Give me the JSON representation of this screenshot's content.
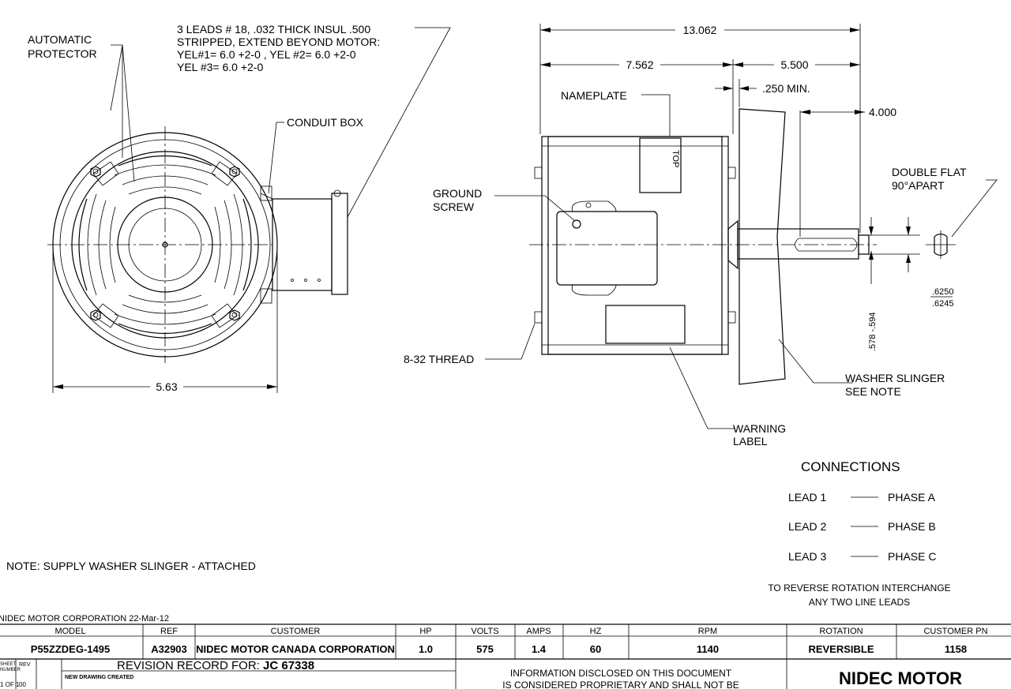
{
  "labels": {
    "automatic_protector": [
      "AUTOMATIC",
      "PROTECTOR"
    ],
    "leads_note": [
      "3 LEADS # 18, .032 THICK INSUL .500",
      "STRIPPED, EXTEND BEYOND MOTOR:",
      "YEL#1= 6.0 +2-0  , YEL #2= 6.0  +2-0",
      " YEL #3= 6.0 +2-0"
    ],
    "conduit_box": "CONDUIT BOX",
    "ground_screw": [
      "GROUND",
      "SCREW"
    ],
    "thread": "8-32 THREAD",
    "nameplate": "NAMEPLATE",
    "top": "TOP",
    "double_flat": [
      "DOUBLE FLAT",
      "90°APART"
    ],
    "washer_slinger": [
      "WASHER SLINGER",
      "SEE NOTE"
    ],
    "warning_label": [
      "WARNING",
      "LABEL"
    ],
    "note": "NOTE: SUPPLY WASHER SLINGER - ATTACHED"
  },
  "dimensions": {
    "overall": "13.062",
    "body": "7.562",
    "shaft": "5.500",
    "min": ".250  MIN.",
    "flat": "4.000",
    "diameter": "5.63",
    "shaft_dia_top": ".6250",
    "shaft_dia_bottom": ".6245",
    "flat_depth": ".578 -.594"
  },
  "connections": {
    "title": "CONNECTIONS",
    "rows": [
      {
        "lead": "LEAD 1",
        "phase": "PHASE A"
      },
      {
        "lead": "LEAD 2",
        "phase": "PHASE B"
      },
      {
        "lead": "LEAD 3",
        "phase": "PHASE C"
      }
    ],
    "reverse_note": [
      "TO REVERSE ROTATION INTERCHANGE",
      "ANY TWO LINE LEADS"
    ]
  },
  "title_block": {
    "corp_line": "NIDEC MOTOR CORPORATION 22-Mar-12",
    "headers": [
      "MODEL",
      "REF",
      "CUSTOMER",
      "HP",
      "VOLTS",
      "AMPS",
      "HZ",
      "RPM",
      "ROTATION",
      "CUSTOMER PN"
    ],
    "values": [
      "P55ZZDEG-1495",
      "A32903",
      "NIDEC MOTOR CANADA CORPORATION",
      "1.0",
      "575",
      "1.4",
      "60",
      "1140",
      "REVERSIBLE",
      "1158"
    ],
    "sheet_label": [
      "SHEET",
      "NUMBER"
    ],
    "rev_label": "REV",
    "sheet_value": "1 OF 1",
    "rev_value": "00",
    "revision_record_prefix": "REVISION RECORD FOR: ",
    "revision_record_id": "JC 67338",
    "revision_entry": "NEW DRAWING CREATED",
    "proprietary": [
      "INFORMATION DISCLOSED ON THIS DOCUMENT",
      "IS CONSIDERED PROPRIETARY AND SHALL NOT BE"
    ],
    "company": "NIDEC MOTOR"
  }
}
